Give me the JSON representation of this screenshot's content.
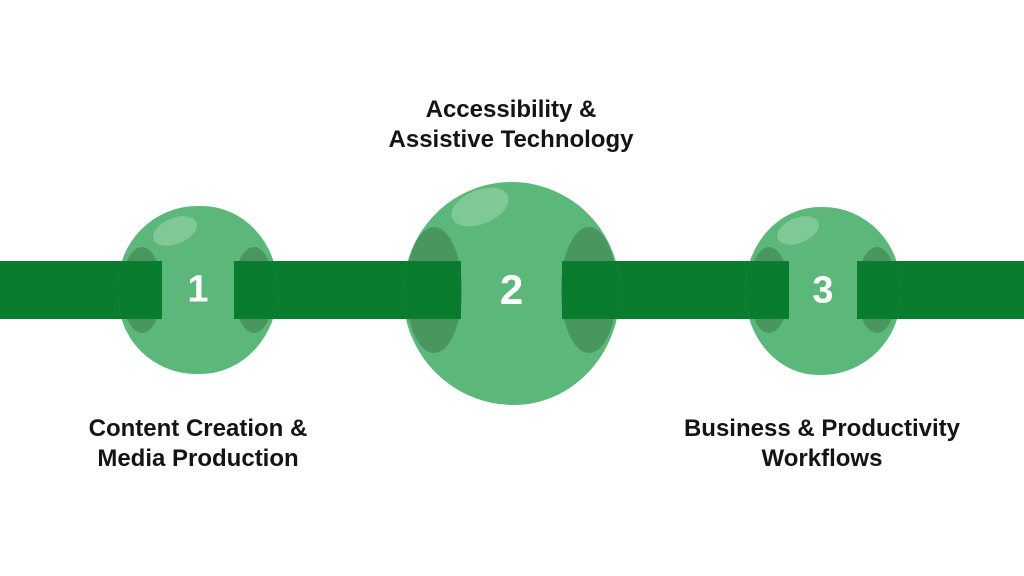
{
  "diagram": {
    "type": "process-timeline",
    "colors": {
      "background": "#ffffff",
      "bar": "#0a7c2e",
      "bead": "#5bb77a",
      "bead_hole": "#4a965f",
      "bead_highlight": "#80c898",
      "number_text": "#ffffff",
      "label_text": "#141414"
    },
    "nodes": [
      {
        "number": "1",
        "label": {
          "line1": "Content Creation &",
          "line2": "Media Production"
        },
        "label_position": "below"
      },
      {
        "number": "2",
        "label": {
          "line1": "Accessibility &",
          "line2": "Assistive Technology"
        },
        "label_position": "above"
      },
      {
        "number": "3",
        "label": {
          "line1": "Business & Productivity",
          "line2": "Workflows"
        },
        "label_position": "below"
      }
    ]
  }
}
